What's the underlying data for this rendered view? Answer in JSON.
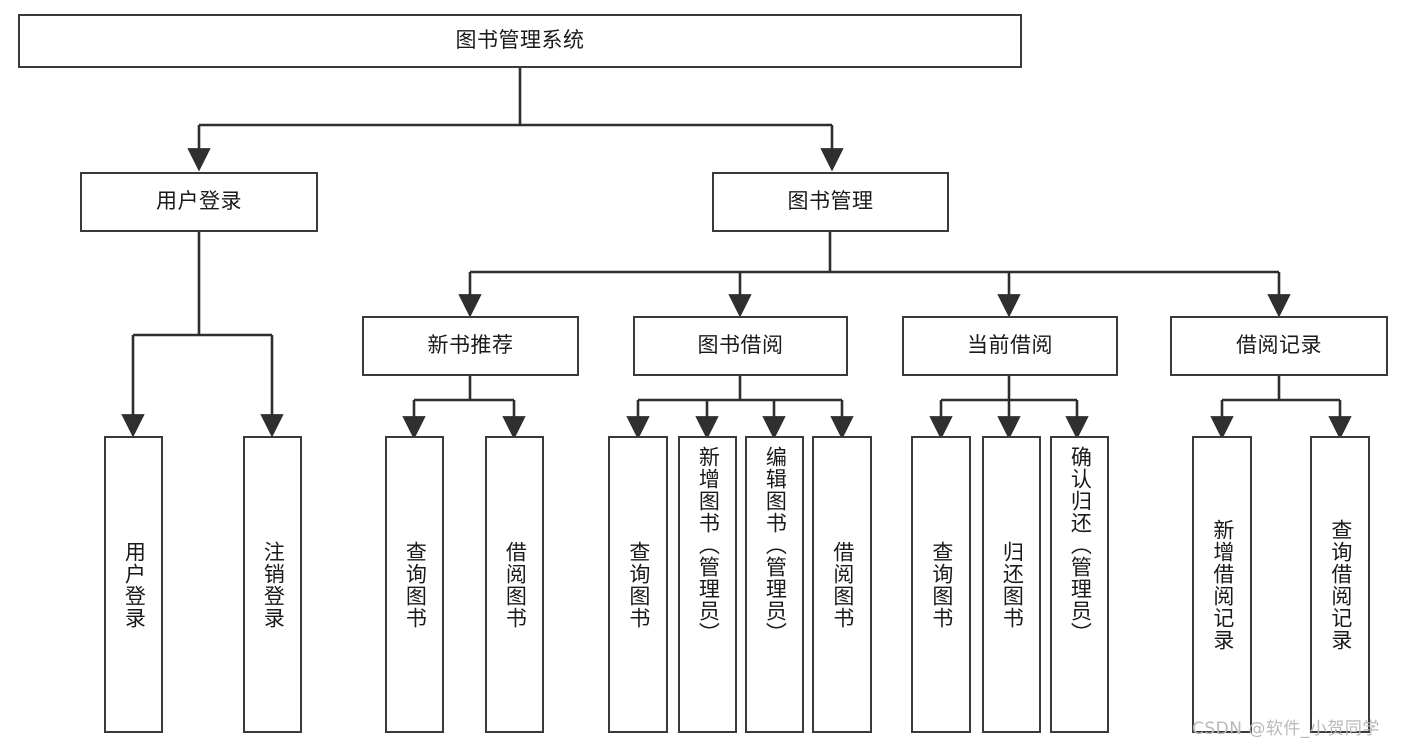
{
  "diagram": {
    "title": "图书管理系统",
    "type": "tree-hierarchy-diagram",
    "colors": {
      "box_border": "#3a3a3a",
      "box_fill": "#ffffff",
      "edge": "#2f2f2f",
      "text": "#1a1a1a",
      "watermark": "#b9b9b9"
    },
    "root": {
      "label": "图书管理系统"
    },
    "level1": [
      {
        "label": "用户登录"
      },
      {
        "label": "图书管理"
      }
    ],
    "level2": [
      {
        "label": "新书推荐"
      },
      {
        "label": "图书借阅"
      },
      {
        "label": "当前借阅"
      },
      {
        "label": "借阅记录"
      }
    ],
    "leaves": {
      "user_login": [
        {
          "label": "用户登录"
        },
        {
          "label": "注销登录"
        }
      ],
      "new_book_recommend": [
        {
          "label": "查询图书"
        },
        {
          "label": "借阅图书"
        }
      ],
      "book_borrow": [
        {
          "label": "查询图书"
        },
        {
          "label": "新增图书（管理员）"
        },
        {
          "label": "编辑图书（管理员）"
        },
        {
          "label": "借阅图书"
        }
      ],
      "current_borrow": [
        {
          "label": "查询图书"
        },
        {
          "label": "归还图书"
        },
        {
          "label": "确认归还（管理员）"
        }
      ],
      "borrow_record": [
        {
          "label": "新增借阅记录"
        },
        {
          "label": "查询借阅记录"
        }
      ]
    },
    "watermark": "CSDN @软件_小贺同学"
  }
}
